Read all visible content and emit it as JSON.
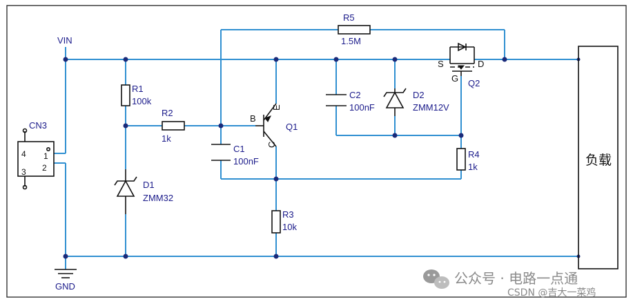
{
  "labels": {
    "vin": "VIN",
    "gnd": "GND",
    "cn3": "CN3",
    "cn3_pin4": "4",
    "cn3_pin1": "1",
    "cn3_pin2": "2",
    "cn3_pin3": "3",
    "r1_name": "R1",
    "r1_value": "100k",
    "r2_name": "R2",
    "r2_value": "1k",
    "r3_name": "R3",
    "r3_value": "10k",
    "r4_name": "R4",
    "r4_value": "1k",
    "r5_name": "R5",
    "r5_value": "1.5M",
    "c1_name": "C1",
    "c1_value": "100nF",
    "c2_name": "C2",
    "c2_value": "100nF",
    "d1_name": "D1",
    "d1_value": "ZMM32",
    "d2_name": "D2",
    "d2_value": "ZMM12V",
    "q1_name": "Q1",
    "q1_b": "B",
    "q1_e": "E",
    "q1_c": "C",
    "q2_name": "Q2",
    "q2_s": "S",
    "q2_d": "D",
    "q2_g": "G",
    "load": "负载"
  },
  "watermark": {
    "channel": "公众号 · 电路一点通",
    "source": "CSDN @吉大一菜鸡"
  },
  "colors": {
    "wire": "#2f8fd1",
    "label": "#1a1a8a",
    "node": "#1a2a7a"
  }
}
